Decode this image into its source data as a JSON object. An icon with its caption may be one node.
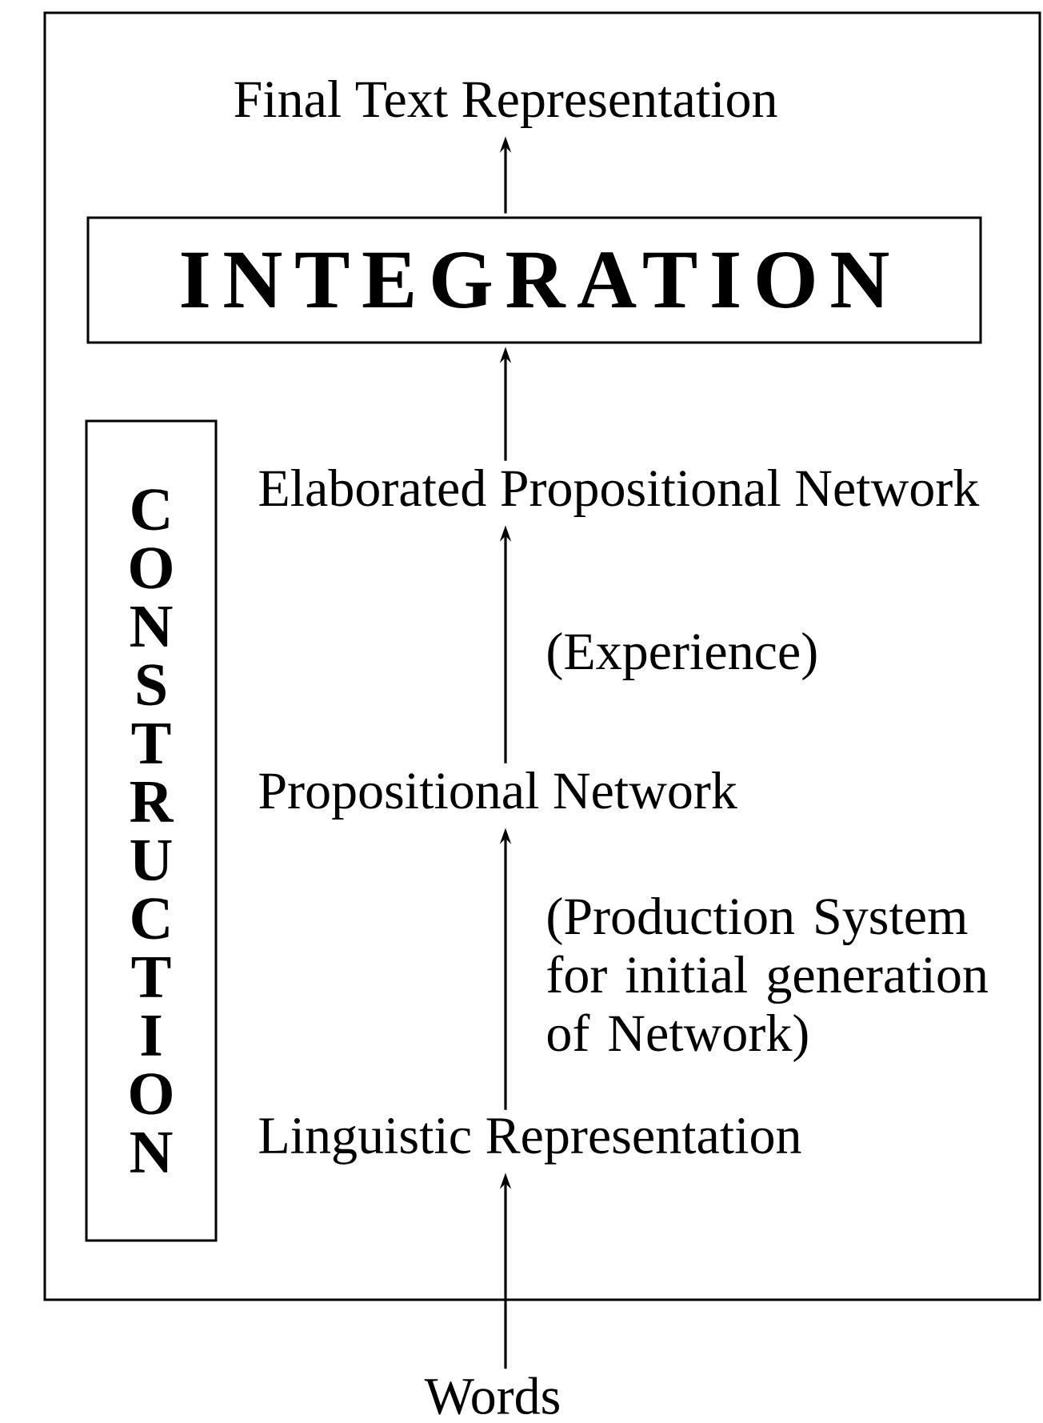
{
  "diagram": {
    "nodes": [
      {
        "text": [],
        "shape": "box"
      },
      {
        "text": [
          "Final Text Representation"
        ],
        "in": 0
      },
      {
        "text": [
          "INTEGRATION"
        ],
        "in": 0
      },
      {
        "text": [
          "CONSTRUCTION"
        ],
        "in": 0
      },
      {
        "text": [
          "Elaborated Propositional Network"
        ],
        "in": 0
      },
      {
        "text": [
          "Propositional Network"
        ],
        "in": 0
      },
      {
        "text": [
          "Linguistic Representation"
        ],
        "in": 0
      },
      {
        "text": [
          "Words"
        ]
      }
    ],
    "edges": [
      {
        "from": 2,
        "to": 1,
        "arrow": "to"
      },
      {
        "from": 4,
        "to": 2,
        "arrow": "to"
      },
      {
        "from": 5,
        "to": 4,
        "arrow": "to",
        "label": "(Experience)"
      },
      {
        "from": 6,
        "to": 5,
        "arrow": "to",
        "label": "(Production System for initial generation of Network)"
      },
      {
        "from": 7,
        "to": 6,
        "arrow": "to"
      }
    ]
  }
}
